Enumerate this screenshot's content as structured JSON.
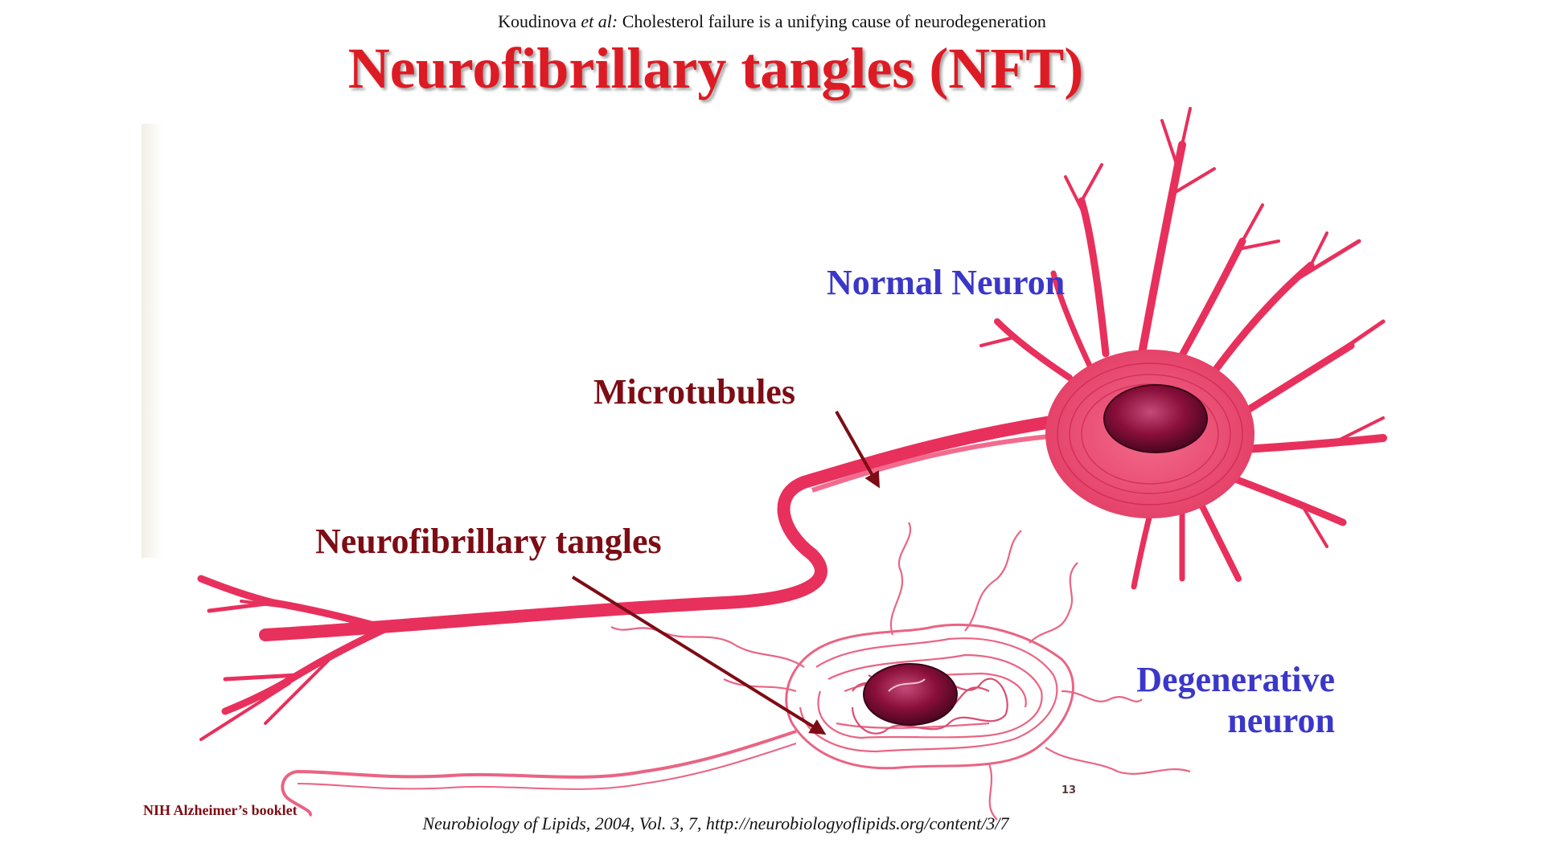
{
  "header": {
    "author": "Koudinova",
    "etal": "et al:",
    "subtitle": "Cholesterol failure is a unifying cause of neurodegeneration"
  },
  "title": "Neurofibrillary tangles (NFT)",
  "labels": {
    "normal_neuron": "Normal Neuron",
    "microtubules": "Microtubules",
    "neurofibrillary_tangles": "Neurofibrillary tangles",
    "degenerative_line1": "Degenerative",
    "degenerative_line2": "neuron"
  },
  "footer": {
    "source_booklet": "NIH Alzheimer’s booklet",
    "citation": "Neurobiology of Lipids, 2004, Vol. 3, 7, http://neurobiologyoflipids.org/content/3/7",
    "page_number": "13"
  },
  "colors": {
    "title_red": "#dd1b24",
    "label_blue": "#3b37c9",
    "label_darkred": "#7d0c14",
    "neuron_pink": "#e8305c",
    "neuron_light": "#f4a3b4",
    "nucleus": "#8a0f3a"
  }
}
